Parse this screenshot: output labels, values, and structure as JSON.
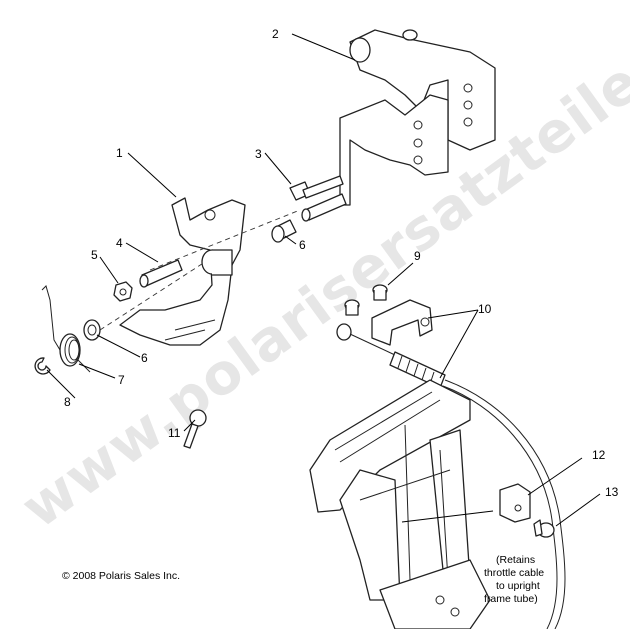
{
  "watermark": "www.polarisersatzteile.de",
  "callouts": [
    "1",
    "2",
    "3",
    "4",
    "5",
    "6",
    "6",
    "7",
    "8",
    "9",
    "10",
    "11",
    "12",
    "13"
  ],
  "note": {
    "lines": [
      "(Retains",
      "throttle cable",
      "to upright",
      "frame tube)"
    ]
  },
  "copyright": "© 2008 Polaris Sales Inc."
}
